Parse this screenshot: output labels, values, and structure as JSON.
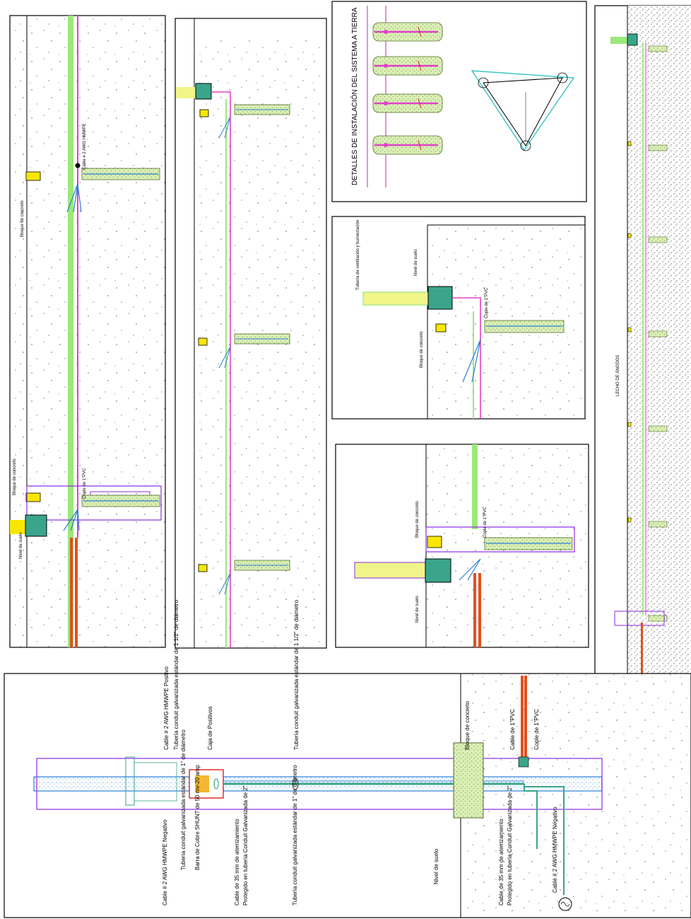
{
  "colors": {
    "frame": "#000000",
    "ground_wire": "#9be87a",
    "pink_wire": "#e040c8",
    "orange_pipe": "#e0501e",
    "purple_box": "#8a2be2",
    "teal_box": "#3aa58a",
    "yellow_block": "#f7e700",
    "light_yellow": "#f0f58a",
    "blue_tube": "#2a7fd4",
    "cyan": "#3ac4c4",
    "red_box": "#e02020",
    "concrete": "#cfe7a8"
  },
  "detail_system": {
    "title": "DETALLES DE INSTALACIÓN DEL SISTEMA A TIERRA"
  },
  "bottom_detail": {
    "labels": {
      "cable_positivo": "Cable # 2 AWG HMWPE Positivo",
      "tuberia_1_5": "Tubería conduit galvanizada estándar de 1 1/2\" de diámetro",
      "caja_positivos": "Caja de Positivos",
      "tuberia_1_5_b": "Tubería conduit galvanizada estándar de 1 1/2\" de diámetro",
      "bloque_concreto": "Bloque de concreto",
      "cable_1pvc": "Cable de 1\"PVC",
      "cople_1pvc": "Cople de 1\"PVC",
      "cable_negativo": "Cable # 2 AWG HMWPE Negativo",
      "tuberia_1": "Tubería conduit galvanizada estándar de 1\" de diámetro",
      "barra_cobre": "Barra de Cobre SHUNT de 50 mv-20 amp",
      "cable_35mm": "Cable de 35 mm de aterrizamiento",
      "protegido_tuberia": "Protegido en tubería Conduit Galvanizada de 2\"",
      "tuberia_1_b": "Tubería conduit galvanizada estándar de 1\" de diámetro",
      "nivel_suelo": "Nivel de suelo",
      "cable_35mm_b": "Cable de 35 mm de aterrizamiento",
      "protegido_b": "Protegido en tubería Conduit Galvanizada de 2\"",
      "cable_negativo_b": "Cable # 2 AWG HMWPE Negativo"
    }
  },
  "panels": {
    "panel1": {
      "bloque": "Bloque de concreto",
      "bloque2": "Bloque de concreto",
      "nivel": "Nivel de suelo",
      "cople": "Cople de 1\"PVC",
      "cable": "Cable # 2 AWG HMWPE"
    },
    "panel3": {
      "tuberia": "Tubería de ventilación y humectación",
      "bloque": "Bloque de concreto",
      "cople": "Cople de 1\"PVC",
      "nivel": "Nivel de suelo"
    },
    "panel4": {
      "bloque": "Bloque de concreto",
      "nivel": "Nivel de suelo",
      "cople": "Cople de 1\"PVC"
    },
    "panel5": {
      "label": "LECHO DE ÁNODOS"
    }
  }
}
